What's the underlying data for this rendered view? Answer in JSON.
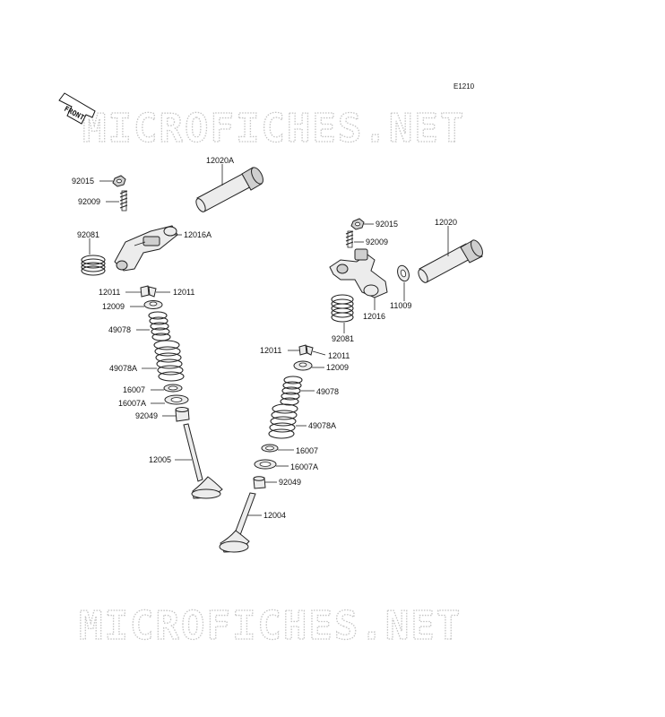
{
  "diagram_code": "E1210",
  "front_label": "FRONT",
  "watermark_text": "MICROFICHES.NET",
  "parts_left": {
    "p92015": "92015",
    "p92009": "92009",
    "p12020A": "12020A",
    "p92081": "92081",
    "p12016A": "12016A",
    "p12011a": "12011",
    "p12011b": "12011",
    "p12009": "12009",
    "p49078": "49078",
    "p49078A": "49078A",
    "p16007": "16007",
    "p16007A": "16007A",
    "p92049": "92049",
    "p12005": "12005"
  },
  "parts_right": {
    "p92015": "92015",
    "p92009": "92009",
    "p12020": "12020",
    "p11009": "11009",
    "p12016": "12016",
    "p92081": "92081",
    "p12011a": "12011",
    "p12011b": "12011",
    "p12009": "12009",
    "p49078": "49078",
    "p49078A": "49078A",
    "p16007": "16007",
    "p16007A": "16007A",
    "p92049": "92049",
    "p12004": "12004"
  }
}
